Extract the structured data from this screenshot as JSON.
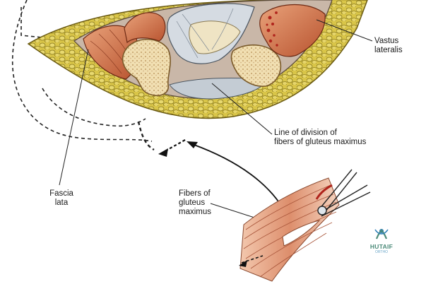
{
  "labels": {
    "vastus_lateralis": "Vastus\nlateralis",
    "line_of_division": "Line of division of\nfibers of gluteus maximus",
    "fascia_lata": "Fascia\nlata",
    "fibers_gluteus": "Fibers of\ngluteus\nmaximus"
  },
  "logo": {
    "name": "HUTAIF",
    "sub": "ORTHO"
  },
  "colors": {
    "muscle": "#c8643f",
    "muscle_light": "#e3a07c",
    "fat": "#d4c24a",
    "bone": "#f2e1b8",
    "tendon": "#b9c2cc",
    "blood": "#b0241c",
    "logo_teal": "#4a8a78",
    "logo_blue": "#2d7fb8"
  }
}
